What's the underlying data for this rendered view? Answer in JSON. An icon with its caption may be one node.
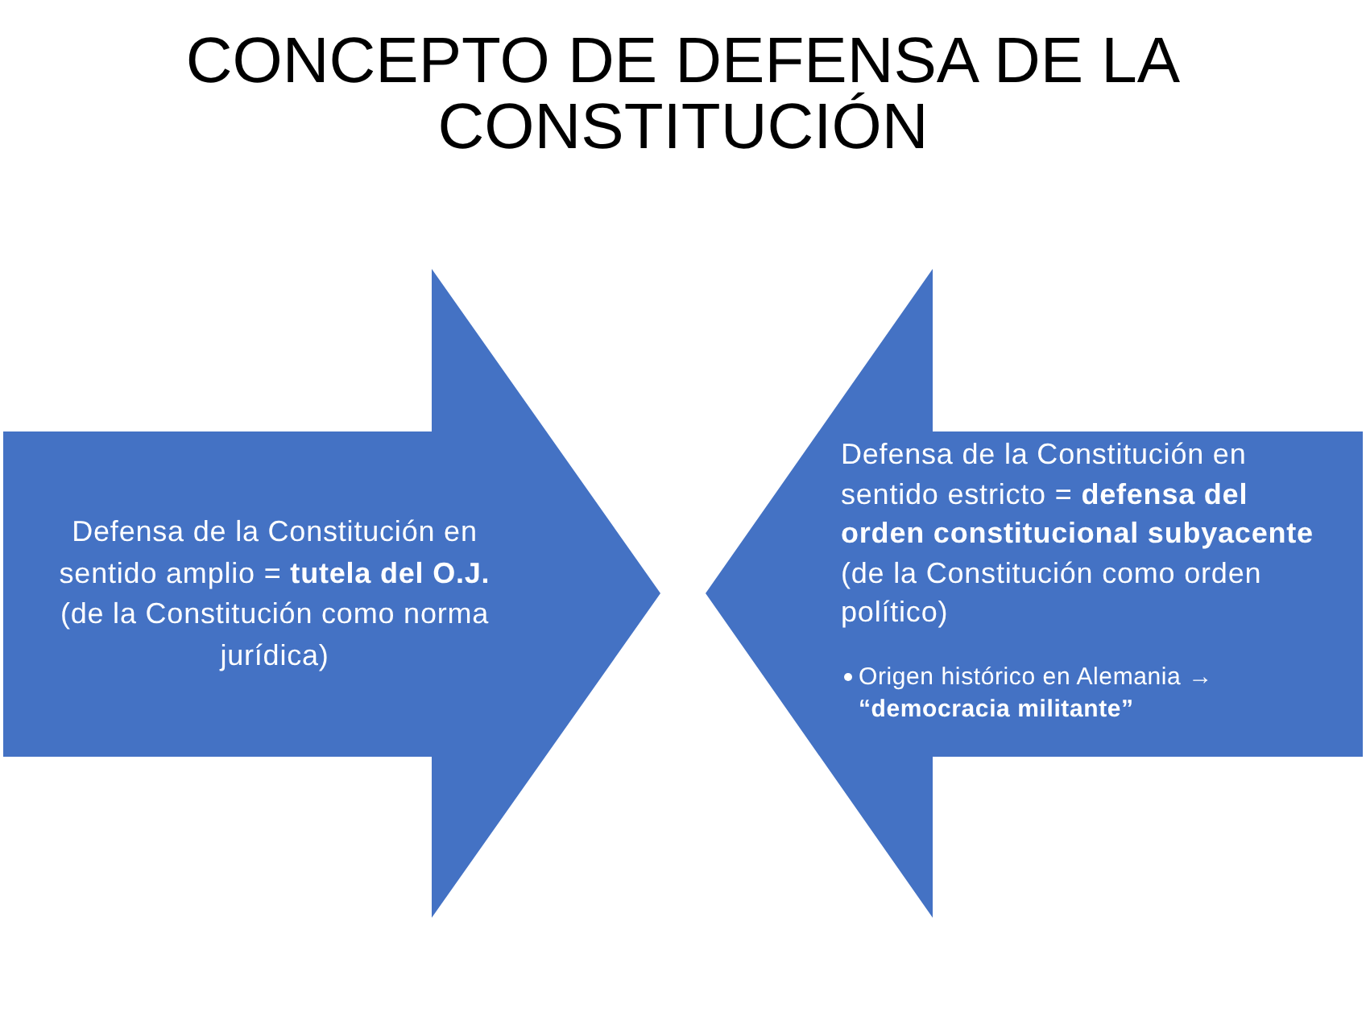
{
  "diagram": {
    "title": "CONCEPTO DE DEFENSA DE LA CONSTITUCIÓN",
    "nodes": [
      {
        "text": [
          "Defensa de la Constitución en sentido amplio = **tutela del O.J.** (de la Constitución como norma jurídica)"
        ]
      },
      {
        "text": [
          "Defensa de la Constitución en sentido estricto = **defensa del orden constitucional subyacente** (de la Constitución como orden político)",
          "Origen histórico en Alemania → **“democracia militante”**"
        ]
      }
    ]
  }
}
